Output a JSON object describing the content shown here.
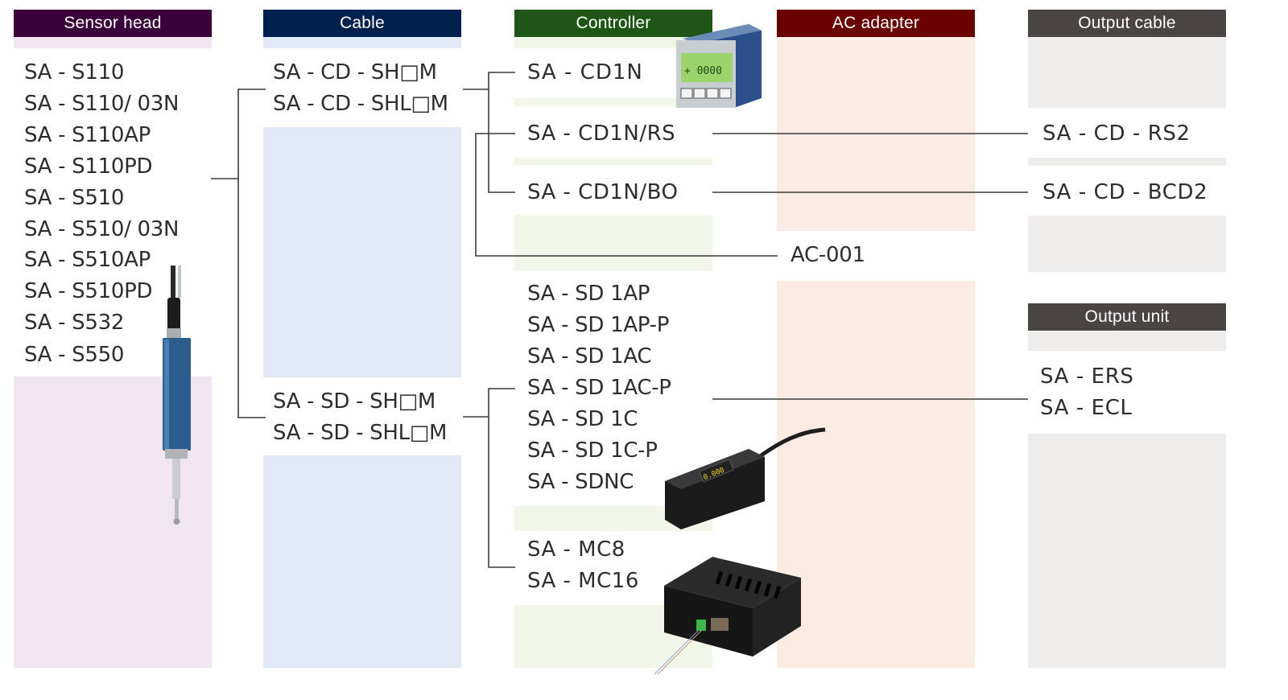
{
  "title": "System configuration",
  "colors": {
    "sensor_head": "#3a003a",
    "cable": "#00214d",
    "controller": "#1f5516",
    "ac_adapter": "#6b0000",
    "output": "#4a4442",
    "sensor_head_bg": "#f1e5f1",
    "cable_bg": "#e1e9f5",
    "controller_bg": "#f0f7e8",
    "ac_adapter_bg": "#fcebe3",
    "output_bg": "#eeedeb"
  },
  "columns": {
    "sensor_head": {
      "header": "Sensor head",
      "items": [
        "SA - S110",
        "SA - S110/ 03N",
        "SA - S110AP",
        "SA - S110PD",
        "SA - S510",
        "SA - S510/ 03N",
        "SA - S510AP",
        "SA - S510PD",
        "SA - S532",
        "SA - S550"
      ]
    },
    "cable": {
      "header": "Cable",
      "group_cd": [
        "SA - CD - SH□M",
        "SA - CD - SHL□M"
      ],
      "group_sd": [
        "SA - SD - SH□M",
        "SA - SD - SHL□M"
      ]
    },
    "controller": {
      "header": "Controller",
      "cd1n": "SA - CD1N",
      "cd1n_rs": "SA - CD1N/RS",
      "cd1n_bo": "SA - CD1N/BO",
      "sd_group": [
        "SA - SD 1AP",
        "SA - SD 1AP-P",
        "SA - SD 1AC",
        "SA - SD 1AC-P",
        "SA - SD 1C",
        "SA - SD 1C-P",
        "SA - SDNC"
      ],
      "mc_group": [
        "SA - MC8",
        "SA - MC16"
      ]
    },
    "ac_adapter": {
      "header": "AC adapter",
      "item": "AC-001"
    },
    "output_cable": {
      "header": "Output cable",
      "items": [
        "SA - CD - RS2",
        "SA - CD - BCD2"
      ]
    },
    "output_unit": {
      "header": "Output unit",
      "items": [
        "SA - ERS",
        "SA - ECL"
      ]
    }
  },
  "images": {
    "sensor": "linear-gauge-sensor-photo",
    "cd1n": "panel-counter-photo",
    "sd": "amplifier-unit-photo",
    "mc": "multi-controller-box-photo"
  }
}
